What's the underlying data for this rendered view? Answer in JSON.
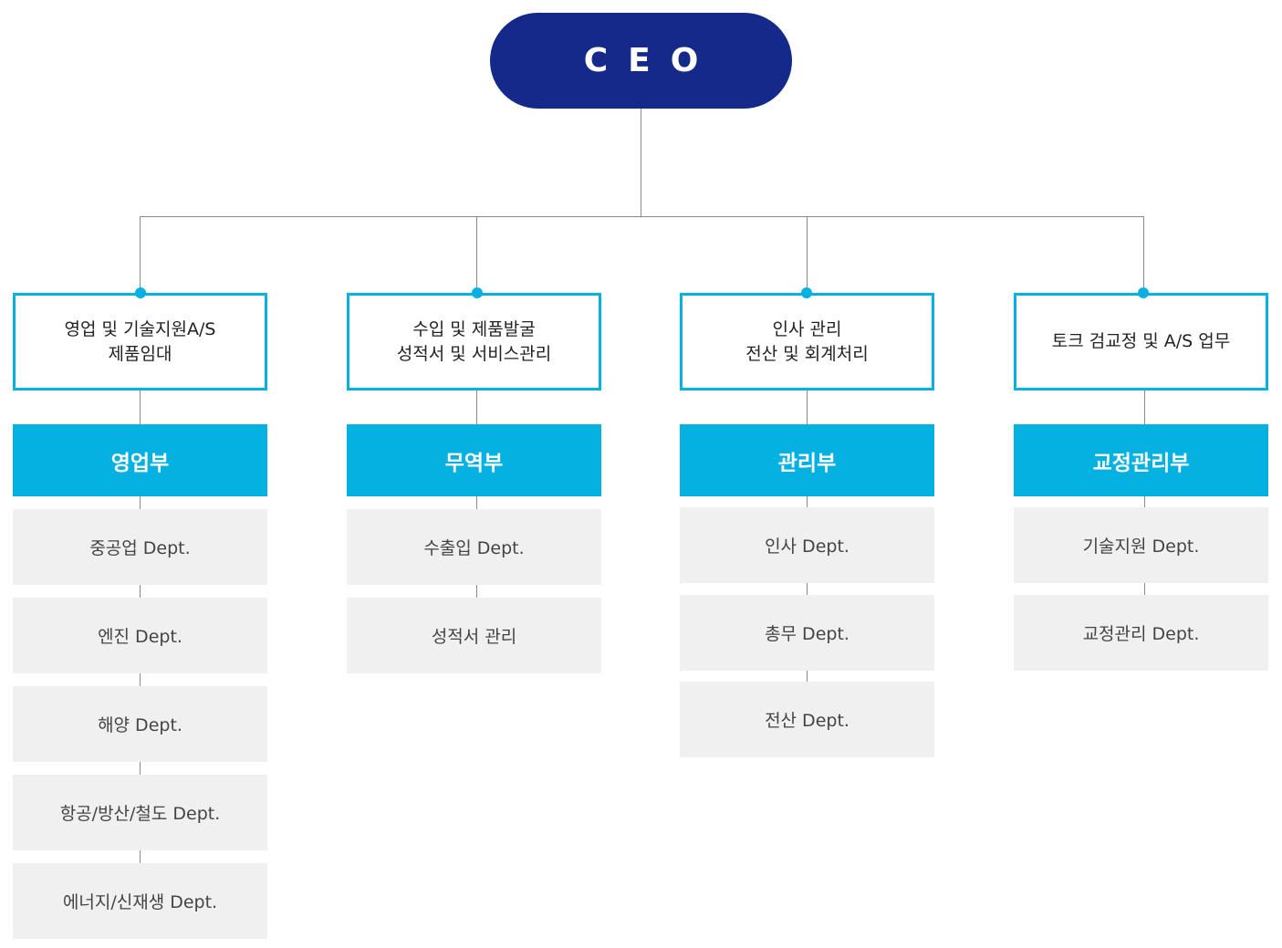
{
  "ceo": "CEO",
  "columns": [
    {
      "role": [
        "영업 및 기술지원A/S",
        "제품임대"
      ],
      "dept": "영업부",
      "subs": [
        "중공업 Dept.",
        "엔진 Dept.",
        "해양 Dept.",
        "항공/방산/철도 Dept.",
        "에너지/신재생 Dept."
      ]
    },
    {
      "role": [
        "수입 및 제품발굴",
        "성적서 및 서비스관리"
      ],
      "dept": "무역부",
      "subs": [
        "수출입 Dept.",
        "성적서 관리"
      ]
    },
    {
      "role": [
        "인사 관리",
        "전산 및 회계처리"
      ],
      "dept": "관리부",
      "subs": [
        "인사 Dept.",
        "총무 Dept.",
        "전산 Dept."
      ]
    },
    {
      "role": [
        "토크 검교정 및 A/S 업무"
      ],
      "dept": "교정관리부",
      "subs": [
        "기술지원 Dept.",
        "교정관리 Dept."
      ]
    }
  ],
  "colors": {
    "navy": "#14298a",
    "cyan": "#05b1e0",
    "gray_box": "#f0f0f0"
  }
}
